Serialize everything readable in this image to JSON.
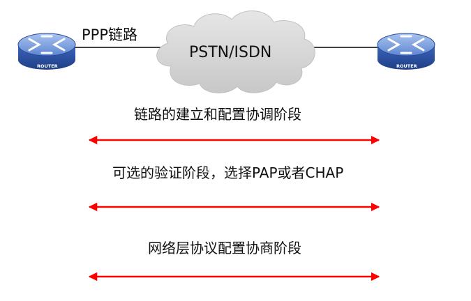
{
  "link_label": "PPP链路",
  "cloud_label": "PSTN/ISDN",
  "routers": [
    {
      "label": "ROUTER",
      "icon": "router-icon"
    },
    {
      "label": "ROUTER",
      "icon": "router-icon"
    }
  ],
  "phases": [
    {
      "label": "链路的建立和配置协调阶段"
    },
    {
      "label": "可选的验证阶段，选择PAP或者CHAP"
    },
    {
      "label": "网络层协议配置协商阶段"
    }
  ],
  "colors": {
    "arrow": "#ff0000",
    "cloud": "#d7d7d7",
    "router_body": "#3a63b8",
    "router_top": "#8fb0e6",
    "line": "#000000"
  }
}
